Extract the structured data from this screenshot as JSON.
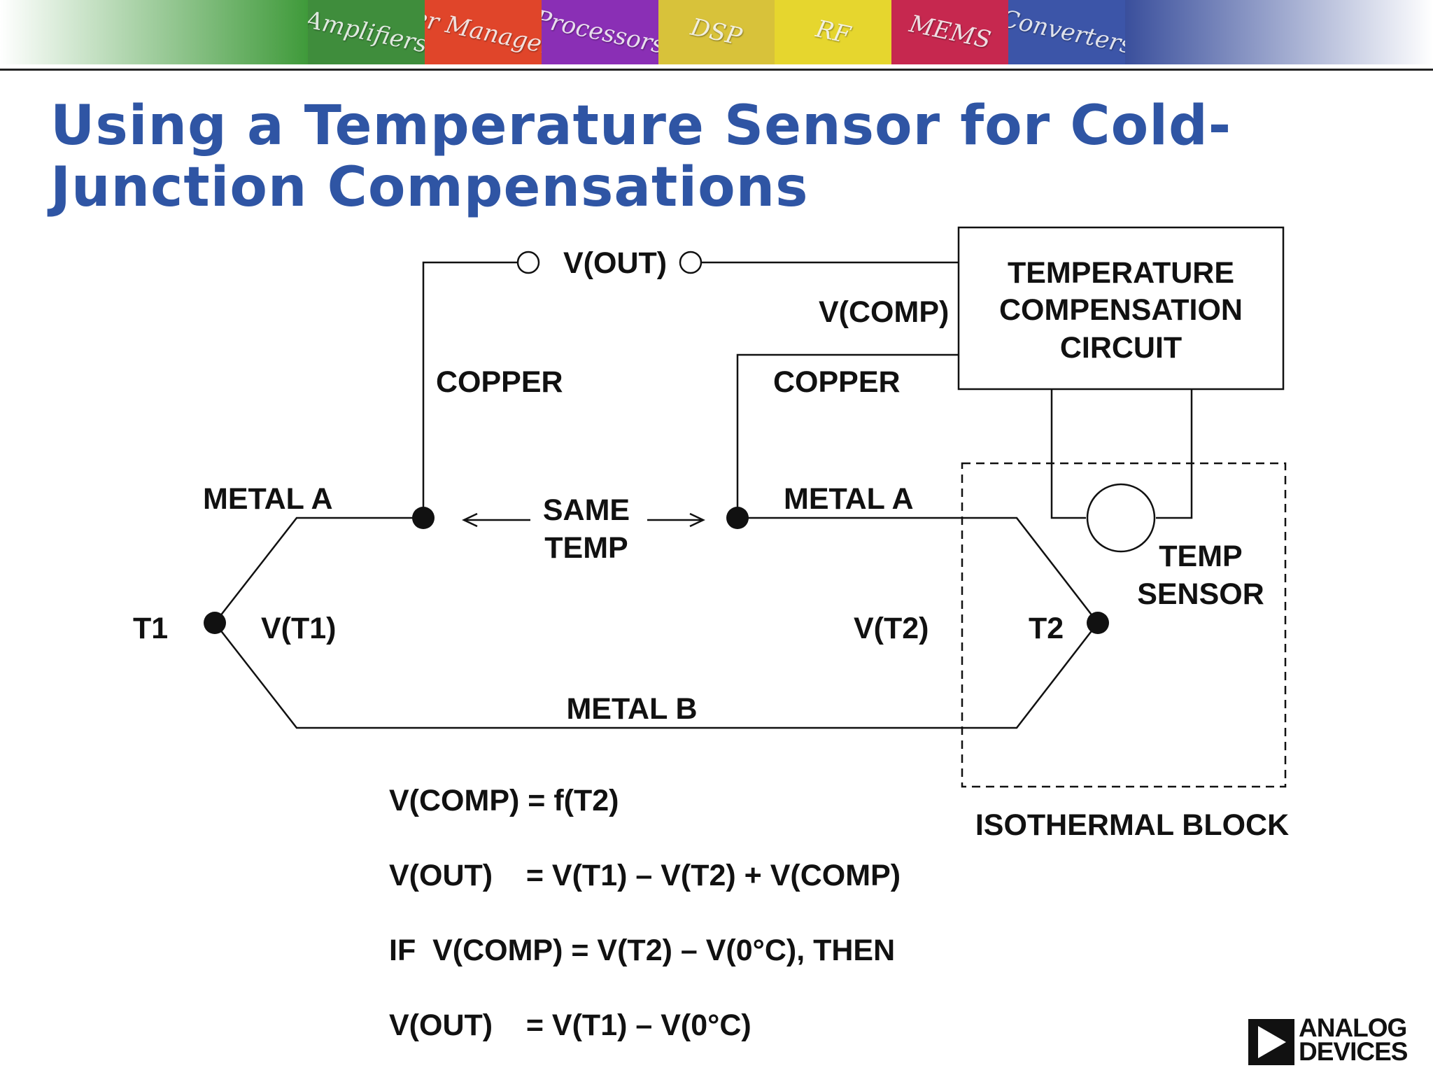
{
  "banner": {
    "topics": [
      "Amplifiers",
      "Power Management",
      "Processors",
      "DSP",
      "RF",
      "MEMS",
      "Converters"
    ],
    "topic_colors": [
      "#3f8d3c",
      "#e0452a",
      "#8a2fb5",
      "#d8c23a",
      "#e6d62e",
      "#c6284f",
      "#3c55a8"
    ]
  },
  "title": {
    "line1": "Using a Temperature Sensor for Cold-",
    "line2": "Junction Compensations",
    "color": "#2f55a4"
  },
  "diagram": {
    "vout": "V(OUT)",
    "vcomp": "V(COMP)",
    "box_line1": "TEMPERATURE",
    "box_line2": "COMPENSATION",
    "box_line3": "CIRCUIT",
    "copper_left": "COPPER",
    "copper_right": "COPPER",
    "metal_a_left": "METAL A",
    "metal_a_right": "METAL A",
    "same": "SAME",
    "temp": "TEMP",
    "temp_sensor_1": "TEMP",
    "temp_sensor_2": "SENSOR",
    "t1": "T1",
    "vt1": "V(T1)",
    "vt2": "V(T2)",
    "t2": "T2",
    "metal_b": "METAL B",
    "isothermal": "ISOTHERMAL BLOCK"
  },
  "equations": [
    "V(COMP) = f(T2)",
    "V(OUT)    = V(T1) – V(T2) + V(COMP)",
    "IF  V(COMP) = V(T2) – V(0°C), THEN",
    "V(OUT)    = V(T1) – V(0°C)"
  ],
  "logo": {
    "line1": "ANALOG",
    "line2": "DEVICES"
  }
}
